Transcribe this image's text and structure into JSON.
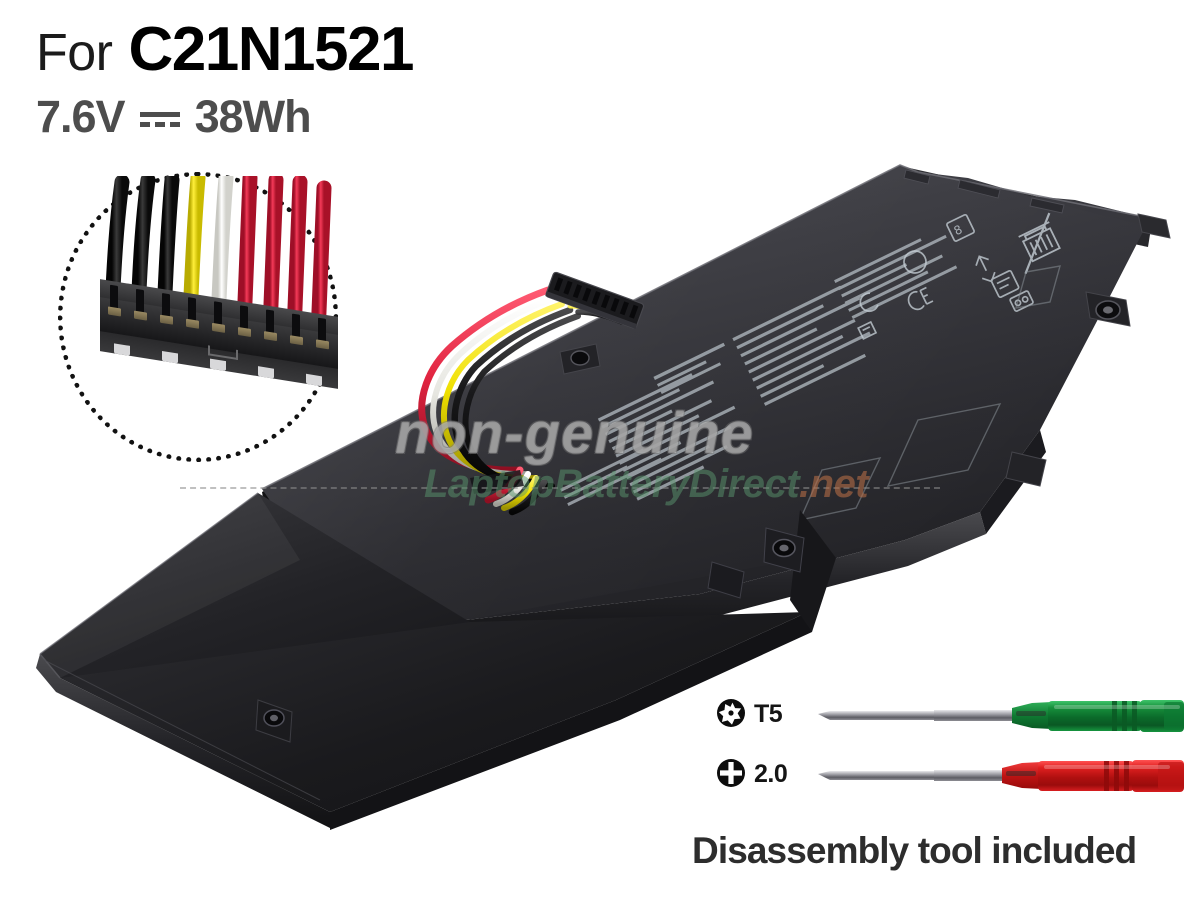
{
  "header": {
    "for_label": "For",
    "model": "C21N1521",
    "voltage": "7.6V",
    "dc_symbol_name": "direct-current-symbol",
    "capacity": "38Wh"
  },
  "inset": {
    "name": "connector-closeup-inset",
    "description": "9-pin battery connector close-up",
    "wire_colors": [
      "#151515",
      "#151515",
      "#151515",
      "#f2e200",
      "#f5f5f0",
      "#e02040",
      "#e02040",
      "#e02040",
      "#e02040"
    ],
    "pin_count": 9
  },
  "product": {
    "name": "laptop-battery",
    "label_text_legible": false,
    "cell_color": "#1a1a1c",
    "label_panel_color": "#3a3a3e",
    "cable_colors": {
      "red": "#e0233f",
      "yellow": "#efe000",
      "white": "#f0f0ec",
      "black": "#141414"
    }
  },
  "watermarks": {
    "primary": "non-genuine",
    "site_name": "LaptopBatteryDirect",
    "site_tld": ".net",
    "primary_color": "#b4b4b4",
    "site_color": "#5a966e",
    "tld_color": "#b96e46"
  },
  "tools": {
    "items": [
      {
        "bit_icon": "torx-bit-icon",
        "label": "T5",
        "handle_color": "#19803a",
        "driver_name": "torx-t5-screwdriver"
      },
      {
        "bit_icon": "phillips-bit-icon",
        "label": "2.0",
        "handle_color": "#d81e20",
        "driver_name": "phillips-2-0-screwdriver"
      }
    ],
    "caption": "Disassembly tool included"
  },
  "colors": {
    "background": "#ffffff",
    "title_text": "#000000",
    "spec_text": "#4d4d4d",
    "caption_text": "#2d2d2d"
  }
}
